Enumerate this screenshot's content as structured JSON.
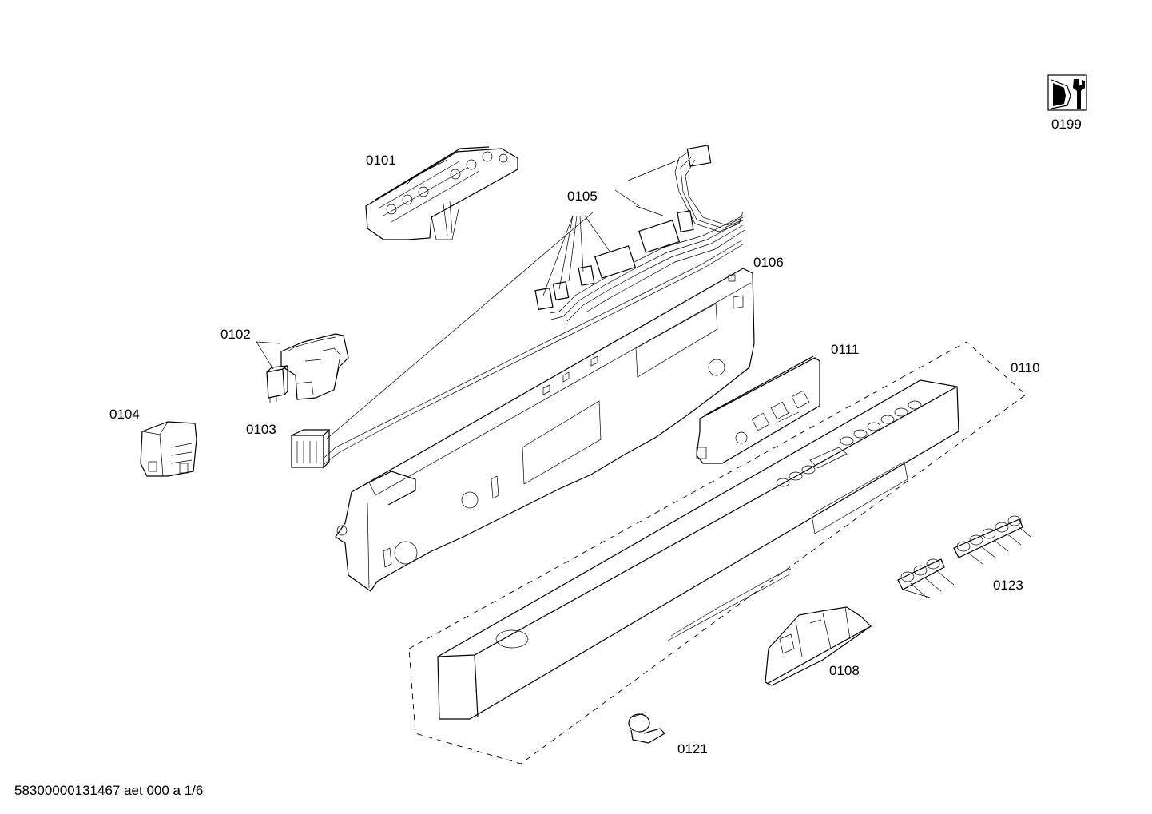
{
  "diagram": {
    "part_labels": {
      "p0101": "0101",
      "p0102": "0102",
      "p0103": "0103",
      "p0104": "0104",
      "p0105": "0105",
      "p0106": "0106",
      "p0108": "0108",
      "p0110": "0110",
      "p0111": "0111",
      "p0121": "0121",
      "p0123": "0123",
      "p0199": "0199"
    },
    "footer": "58300000131467 aet 000 a 1/6",
    "icons": {
      "p0199": "wrench-service-icon"
    }
  }
}
